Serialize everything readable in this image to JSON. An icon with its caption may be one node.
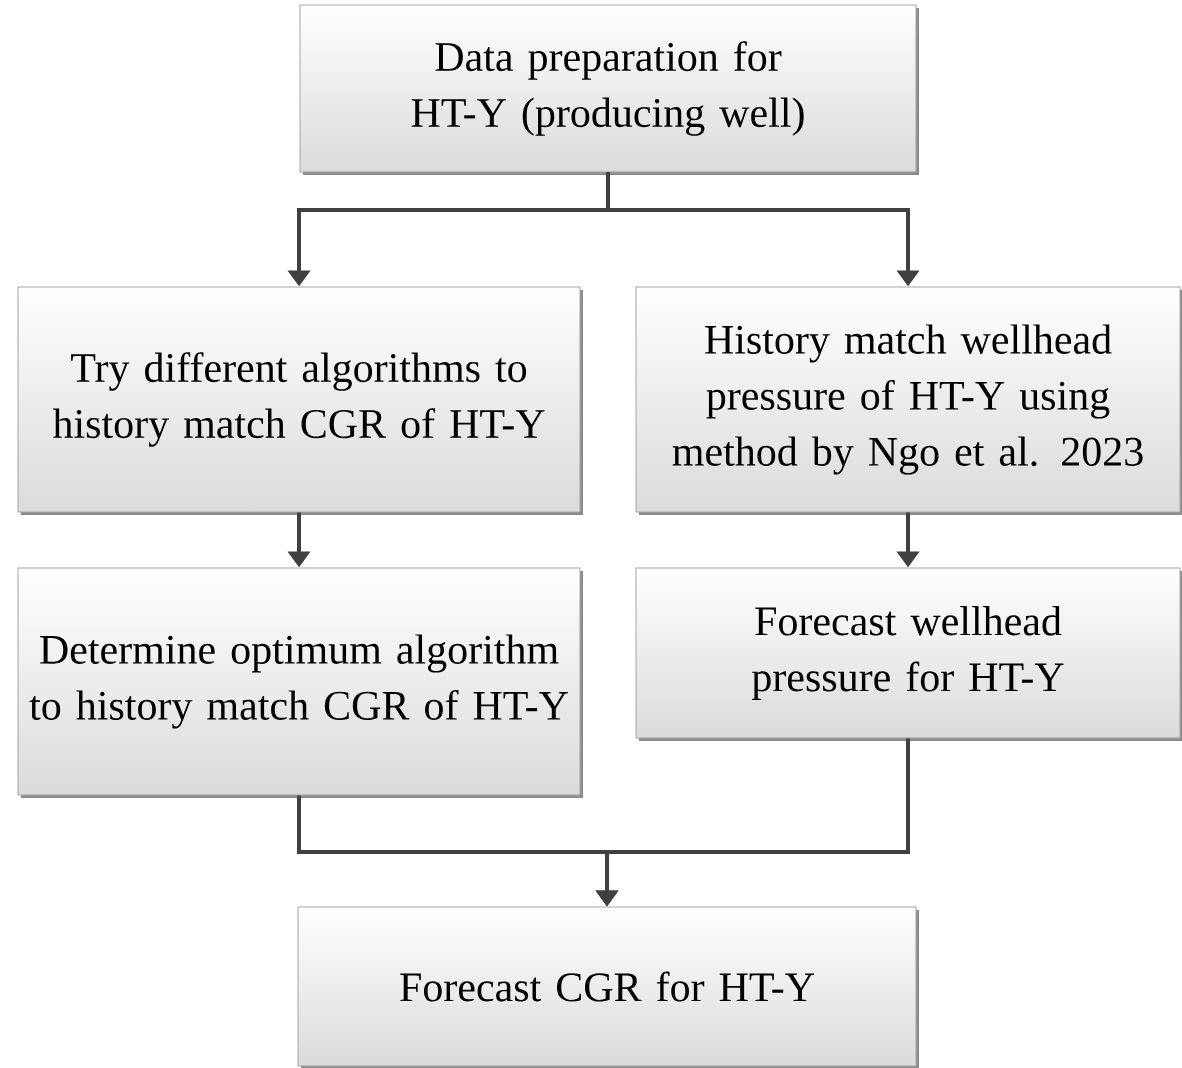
{
  "diagram": {
    "nodes": [
      {
        "text": [
          "Data preparation for HT-Y (producing well)"
        ]
      },
      {
        "text": [
          "Try different algorithms to history match CGR of HT-Y"
        ]
      },
      {
        "text": [
          "History match wellhead pressure of HT-Y using method by Ngo et al. 2023"
        ]
      },
      {
        "text": [
          "Determine optimum algorithm to history match CGR of HT-Y"
        ]
      },
      {
        "text": [
          "Forecast wellhead pressure for HT-Y"
        ]
      },
      {
        "text": [
          "Forecast CGR for HT-Y"
        ]
      }
    ],
    "edges": [
      {
        "from": 0,
        "to": 1,
        "arrow": "to"
      },
      {
        "from": 0,
        "to": 2,
        "arrow": "to"
      },
      {
        "from": 1,
        "to": 3,
        "arrow": "to"
      },
      {
        "from": 2,
        "to": 4,
        "arrow": "to"
      },
      {
        "from": 3,
        "to": 5,
        "arrow": "to"
      },
      {
        "from": 4,
        "to": 5,
        "arrow": "to"
      }
    ]
  }
}
